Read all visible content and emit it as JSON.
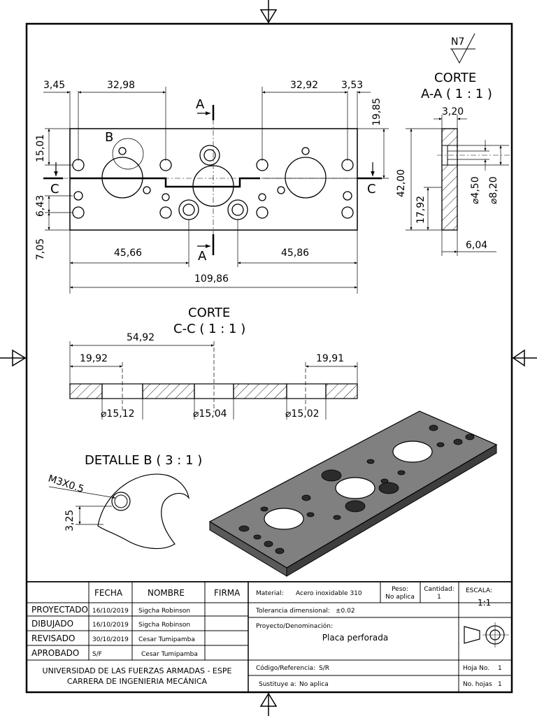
{
  "surface_finish": "N7",
  "front_view": {
    "dims": {
      "d_left_edge": "3,45",
      "d_left_span": "32,98",
      "d_right_span": "32,92",
      "d_right_edge": "3,53",
      "d_top_right": "19,85",
      "d_top_left": "15,01",
      "d_mid_left": "6,43",
      "d_bottom_left": "7,05",
      "d_bottom_l": "45,66",
      "d_bottom_r": "45,86",
      "d_total": "109,86"
    },
    "section_a": "A",
    "section_c": "C",
    "detail_b": "B"
  },
  "section_aa": {
    "title1": "CORTE",
    "title2": "A-A ( 1 : 1 )",
    "dims": {
      "w": "3,20",
      "h_total": "42,00",
      "h_low": "17,92",
      "dia1": "⌀4,50",
      "dia2": "⌀8,20",
      "w2": "6,04"
    }
  },
  "section_cc": {
    "title1": "CORTE",
    "title2": "C-C ( 1 : 1 )",
    "dims": {
      "d_center": "54,92",
      "d_left": "19,92",
      "d_right": "19,91",
      "dia_l": "⌀15,12",
      "dia_c": "⌀15,04",
      "dia_r": "⌀15,02"
    }
  },
  "detail_b": {
    "title": "DETALLE B ( 3 : 1 )",
    "thread": "M3X0.5",
    "dim": "3,25"
  },
  "title_block": {
    "headers": {
      "fecha": "FECHA",
      "nombre": "NOMBRE",
      "firma": "FIRMA"
    },
    "rows": [
      {
        "role": "PROYECTADO",
        "date": "16/10/2019",
        "name": "Sigcha Robinson"
      },
      {
        "role": "DIBUJADO",
        "date": "16/10/2019",
        "name": "Sigcha Robinson"
      },
      {
        "role": "REVISADO",
        "date": "30/10/2019",
        "name": "Cesar Tumipamba"
      },
      {
        "role": "APROBADO",
        "date": "S/F",
        "name": "Cesar Tumipamba"
      }
    ],
    "university1": "UNIVERSIDAD DE LAS FUERZAS ARMADAS - ESPE",
    "university2": "CARRERA DE INGENIERIA MECÁNICA",
    "material_label": "Material:",
    "material": "Acero inoxidable 310",
    "peso_label": "Peso:",
    "peso": "No aplica",
    "cantidad_label": "Cantidad:",
    "cantidad": "1",
    "escala_label": "ESCALA:",
    "escala": "1:1",
    "tolerancia_label": "Tolerancia dimensional:",
    "tolerancia": "±0.02",
    "proyecto_label": "Proyecto/Denominación:",
    "proyecto": "Placa perforada",
    "codigo_label": "Código/Referencia:",
    "codigo": "S/R",
    "sustituye_label": "Sustituye a:",
    "sustituye": "No aplica",
    "hoja_label": "Hoja No.",
    "hoja": "1",
    "nhojas_label": "No. hojas",
    "nhojas": "1"
  }
}
